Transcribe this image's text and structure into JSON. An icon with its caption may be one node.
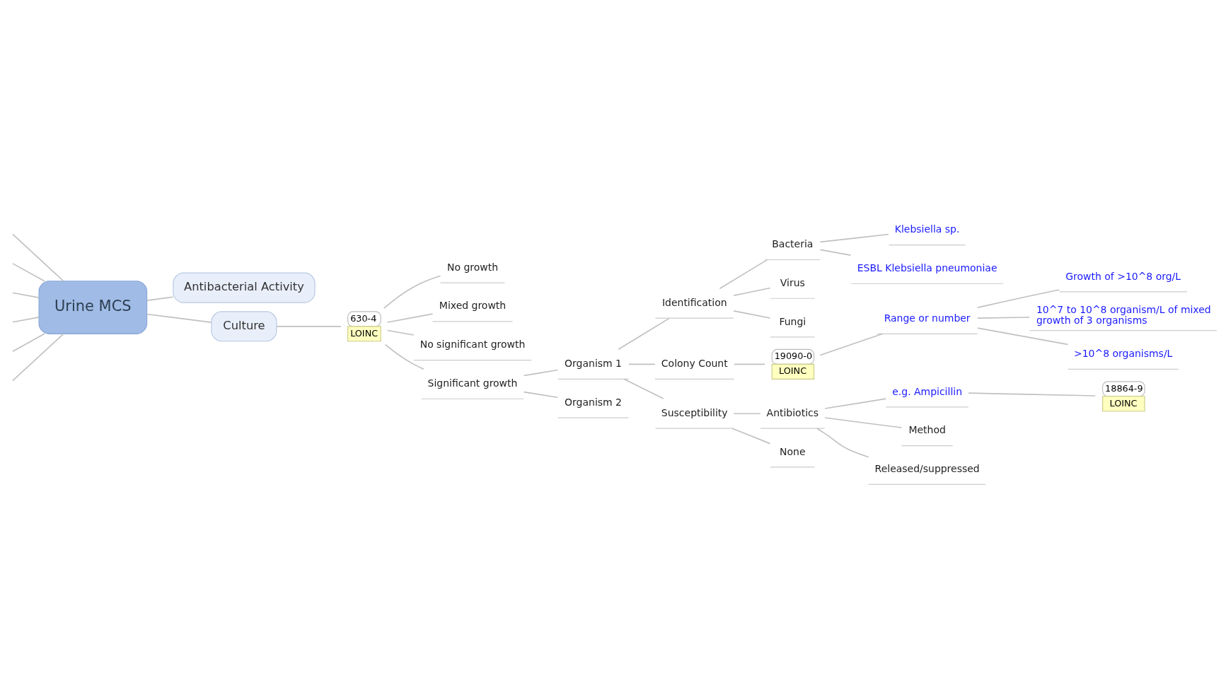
{
  "diagram": {
    "nodes": [
      {
        "text": [
          "Urine MCS"
        ]
      },
      {
        "text": [
          "Antibacterial Activity"
        ]
      },
      {
        "text": [
          "Culture"
        ]
      },
      {
        "text": [
          "630-4",
          "LOINC"
        ]
      },
      {
        "text": [
          "No growth"
        ]
      },
      {
        "text": [
          "Mixed growth"
        ]
      },
      {
        "text": [
          "No significant growth"
        ]
      },
      {
        "text": [
          "Significant growth"
        ]
      },
      {
        "text": [
          "Organism 1"
        ]
      },
      {
        "text": [
          "Organism 2"
        ]
      },
      {
        "text": [
          "Identification"
        ]
      },
      {
        "text": [
          "Colony Count"
        ]
      },
      {
        "text": [
          "Susceptibility"
        ]
      },
      {
        "text": [
          "Bacteria"
        ]
      },
      {
        "text": [
          "Virus"
        ]
      },
      {
        "text": [
          "Fungi"
        ]
      },
      {
        "text": [
          "Klebsiella sp."
        ]
      },
      {
        "text": [
          "ESBL Klebsiella pneumoniae"
        ]
      },
      {
        "text": [
          "19090-0",
          "LOINC"
        ]
      },
      {
        "text": [
          "Range or number"
        ]
      },
      {
        "text": [
          "Growth of >10^8 org/L"
        ]
      },
      {
        "text": [
          "10^7 to 10^8 organism/L of mixed growth of 3 organisms"
        ]
      },
      {
        "text": [
          ">10^8 organisms/L"
        ]
      },
      {
        "text": [
          "Antibiotics"
        ]
      },
      {
        "text": [
          "None"
        ]
      },
      {
        "text": [
          "e.g. Ampicillin"
        ]
      },
      {
        "text": [
          "18864-9",
          "LOINC"
        ]
      },
      {
        "text": [
          "Method"
        ]
      },
      {
        "text": [
          "Released/suppressed"
        ]
      }
    ],
    "edges": [
      {
        "from": 0,
        "to": null,
        "arrow": "none"
      },
      {
        "from": 0,
        "to": null,
        "arrow": "none"
      },
      {
        "from": 0,
        "to": null,
        "arrow": "none"
      },
      {
        "from": 0,
        "to": 1,
        "arrow": "none"
      },
      {
        "from": 0,
        "to": 2,
        "arrow": "none"
      },
      {
        "from": 0,
        "to": null,
        "arrow": "none"
      },
      {
        "from": 0,
        "to": null,
        "arrow": "none"
      },
      {
        "from": 0,
        "to": null,
        "arrow": "none"
      },
      {
        "from": 2,
        "to": 3,
        "arrow": "none"
      },
      {
        "from": 3,
        "to": 4,
        "arrow": "none"
      },
      {
        "from": 3,
        "to": 5,
        "arrow": "none"
      },
      {
        "from": 3,
        "to": 6,
        "arrow": "none"
      },
      {
        "from": 3,
        "to": 7,
        "arrow": "none"
      },
      {
        "from": 7,
        "to": 8,
        "arrow": "none"
      },
      {
        "from": 7,
        "to": 9,
        "arrow": "none"
      },
      {
        "from": 8,
        "to": 10,
        "arrow": "none"
      },
      {
        "from": 8,
        "to": 11,
        "arrow": "none"
      },
      {
        "from": 8,
        "to": 12,
        "arrow": "none"
      },
      {
        "from": 10,
        "to": 13,
        "arrow": "none"
      },
      {
        "from": 10,
        "to": 14,
        "arrow": "none"
      },
      {
        "from": 10,
        "to": 15,
        "arrow": "none"
      },
      {
        "from": 13,
        "to": 16,
        "arrow": "none"
      },
      {
        "from": 13,
        "to": 17,
        "arrow": "none"
      },
      {
        "from": 11,
        "to": 18,
        "arrow": "none"
      },
      {
        "from": 18,
        "to": 19,
        "arrow": "none"
      },
      {
        "from": 19,
        "to": 20,
        "arrow": "none"
      },
      {
        "from": 19,
        "to": 21,
        "arrow": "none"
      },
      {
        "from": 19,
        "to": 22,
        "arrow": "none"
      },
      {
        "from": 12,
        "to": 23,
        "arrow": "none"
      },
      {
        "from": 12,
        "to": 24,
        "arrow": "none"
      },
      {
        "from": 23,
        "to": 25,
        "arrow": "none"
      },
      {
        "from": 23,
        "to": 27,
        "arrow": "none"
      },
      {
        "from": 23,
        "to": 28,
        "arrow": "none"
      },
      {
        "from": 25,
        "to": 26,
        "arrow": "none"
      }
    ]
  }
}
